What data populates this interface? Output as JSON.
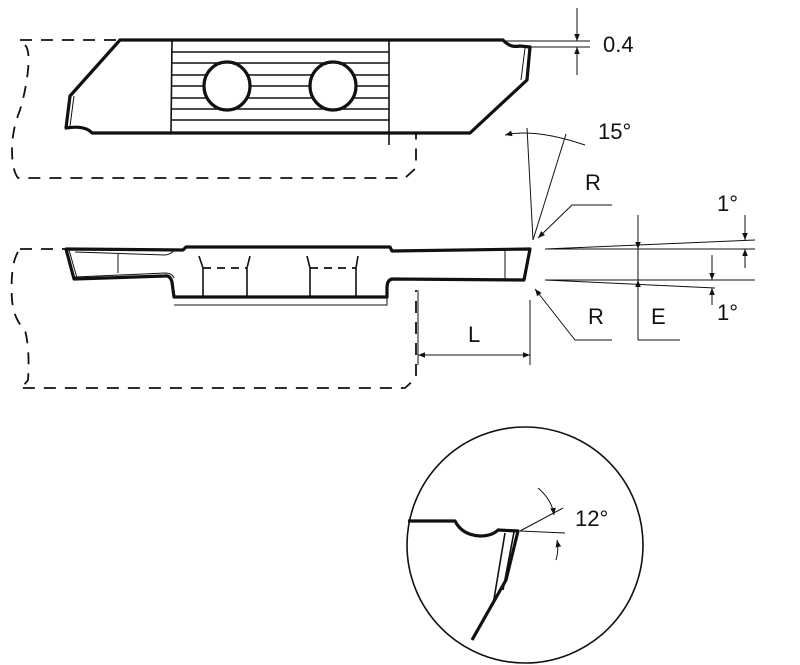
{
  "dimensions": {
    "clearance_top": "0.4",
    "angle_top": "15°",
    "radius_top": "R",
    "radius_bottom": "R",
    "angle_side_top": "1°",
    "angle_side_bottom": "1°",
    "width_e": "E",
    "length_l": "L",
    "detail_angle": "12°"
  }
}
